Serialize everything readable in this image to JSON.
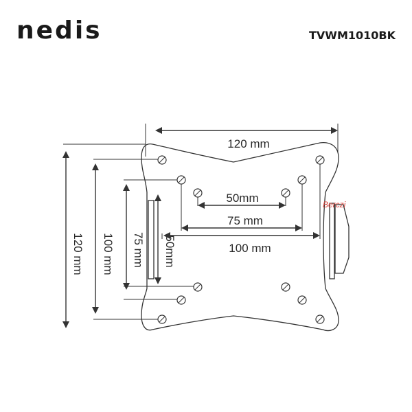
{
  "brand": {
    "logo_text": "nedis"
  },
  "model": {
    "code": "TVWM1010BK"
  },
  "dimensions": {
    "plate_width": "120 mm",
    "plate_height": "120 mm",
    "h_50": "50mm",
    "h_75": "75 mm",
    "h_100": "100 mm",
    "v_100": "100 mm",
    "v_75": "75 mm",
    "v_50": "50mm"
  },
  "watermark": {
    "text": "Berczi"
  }
}
